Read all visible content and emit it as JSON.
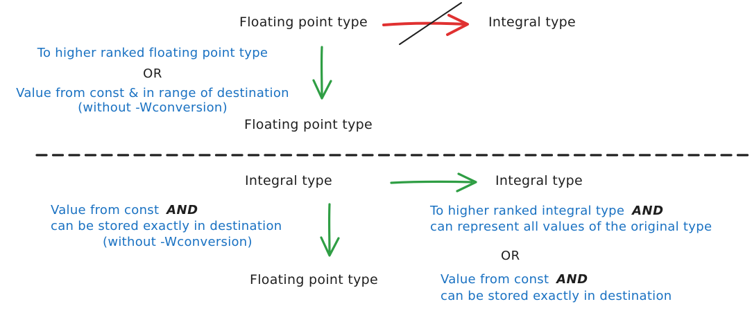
{
  "colors": {
    "ink": "#1e1e1e",
    "blue": "#1971c2",
    "green": "#2f9e44",
    "red": "#e03131"
  },
  "float_section": {
    "source": "Floating point type",
    "forbidden_target": "Integral type",
    "promote_line": "To higher ranked floating point type",
    "or": "OR",
    "const_line": "Value from const & in range of destination",
    "wconv_line": "(without -Wconversion)",
    "result": "Floating point type"
  },
  "int_section": {
    "source": "Integral type",
    "target": "Integral type",
    "left": {
      "const_line": "Value from const",
      "and": "AND",
      "stored_line": "can be stored exactly in destination",
      "wconv_line": "(without -Wconversion)",
      "result": "Floating point type"
    },
    "right": {
      "promote_line": "To higher ranked integral type",
      "and1": "AND",
      "represent_line": "can represent all values of the original type",
      "or": "OR",
      "const_line": "Value from const",
      "and2": "AND",
      "stored_line": "can be stored exactly in destination"
    }
  }
}
